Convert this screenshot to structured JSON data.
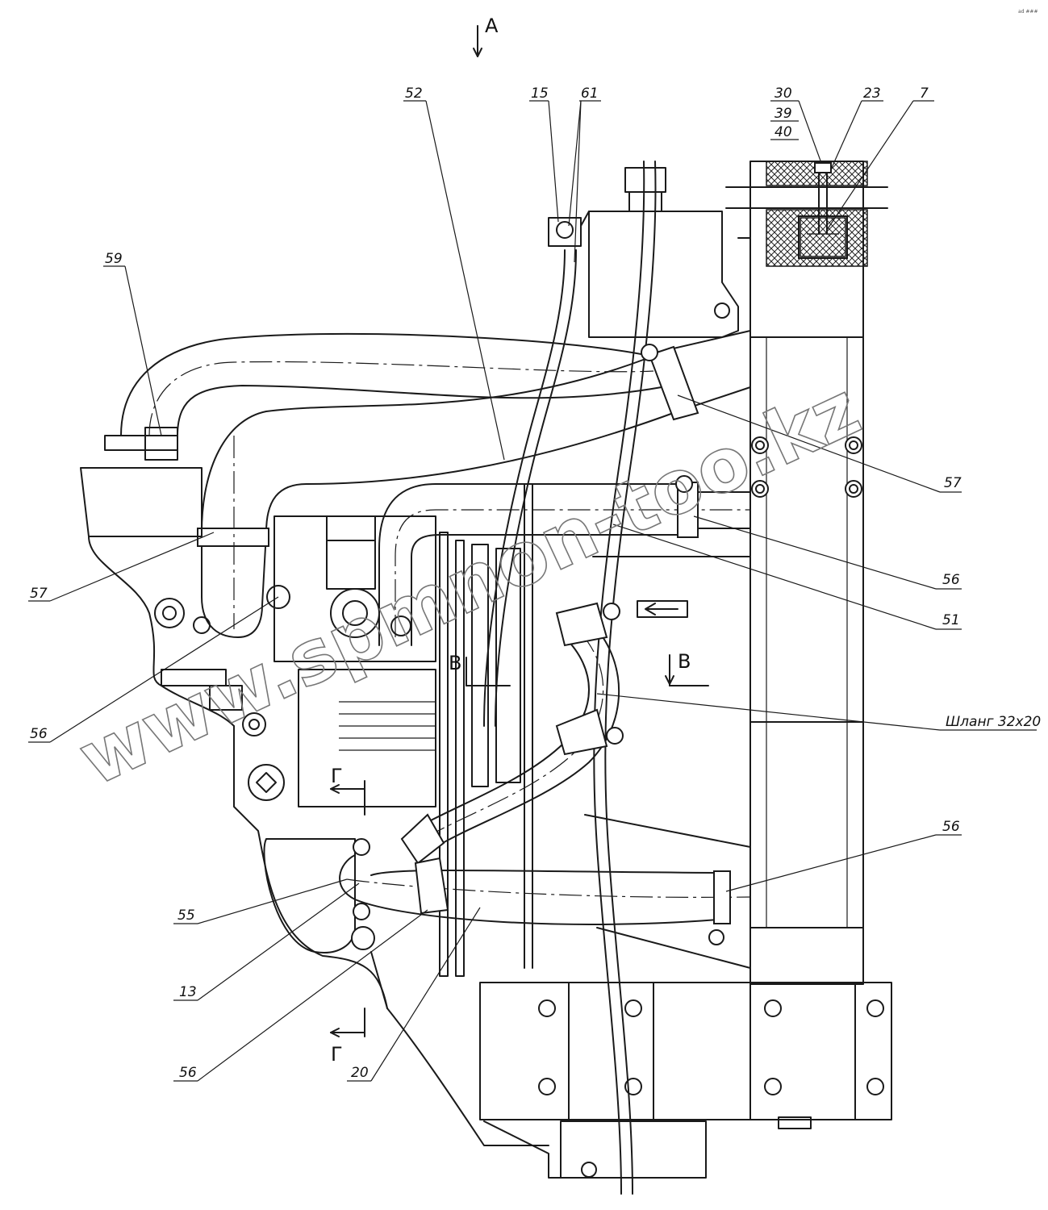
{
  "view": {
    "top_arrow": "A",
    "section_b": "В",
    "section_g": "Г"
  },
  "callouts": {
    "c52": "52",
    "c15": "15",
    "c61": "61",
    "c30": "30",
    "c39": "39",
    "c40": "40",
    "c23": "23",
    "c7": "7",
    "c59": "59",
    "c57_left": "57",
    "c57_right": "57",
    "c56_right_top": "56",
    "c51": "51",
    "c56_left": "56",
    "c56_right_bottom": "56",
    "c55": "55",
    "c13": "13",
    "c56_bottom": "56",
    "c20": "20",
    "hose_note": "Шланг 32х20"
  },
  "watermark": {
    "text": "www.spmnon-too.kz",
    "corner": "ad ###"
  }
}
